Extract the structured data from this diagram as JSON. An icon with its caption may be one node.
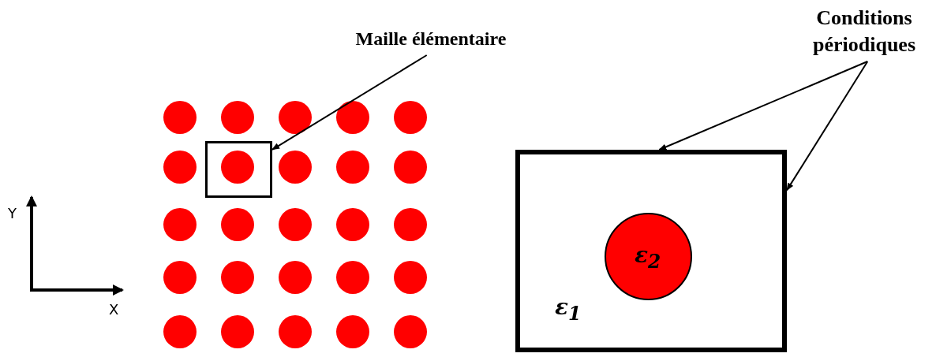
{
  "diagram": {
    "nodes": [
      {
        "text": [
          "Maille élémentaire"
        ]
      },
      {
        "text": [],
        "shape": "box"
      },
      {
        "text": [
          "Conditions périodiques"
        ]
      },
      {
        "text": [
          "ε$_{1}$"
        ]
      },
      {
        "text": [
          "ε$_{2}$"
        ],
        "in": 3
      }
    ],
    "edges": [
      {
        "from": 0,
        "to": 1,
        "arrow": "to"
      },
      {
        "from": 2,
        "to": 3,
        "arrow": "to"
      },
      {
        "from": 2,
        "to": 3,
        "arrow": "to"
      }
    ],
    "labels": [
      "Y",
      "X"
    ]
  }
}
